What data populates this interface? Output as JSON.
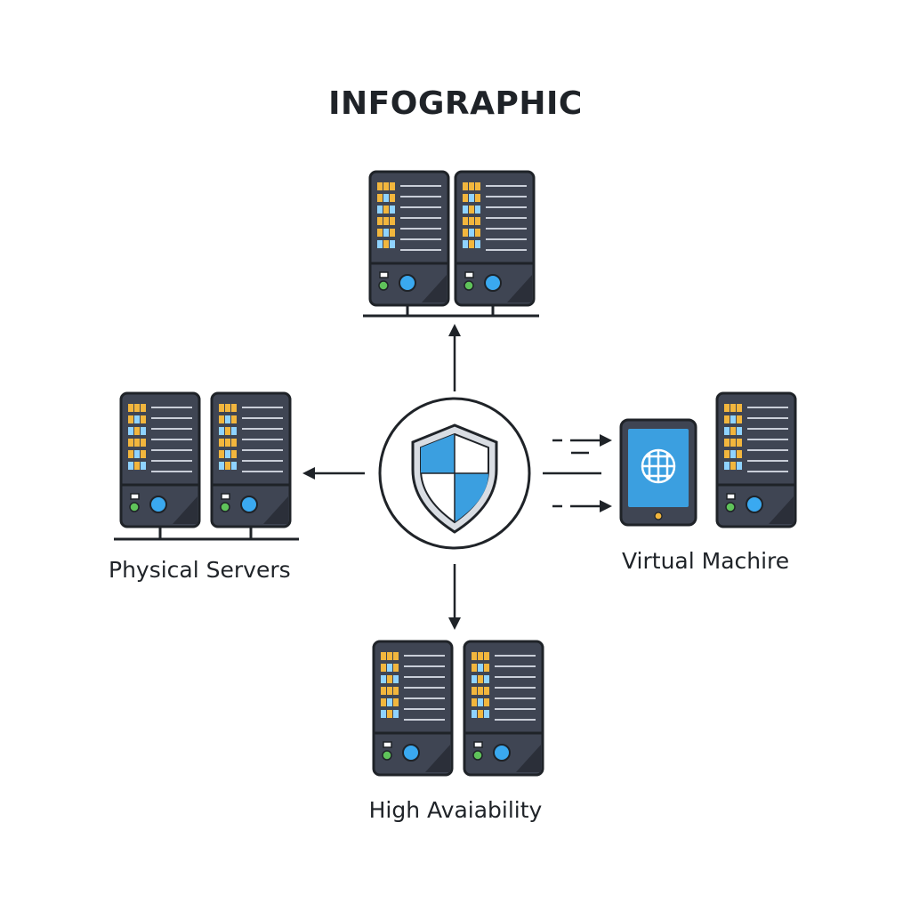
{
  "diagram": {
    "title": "INFOGRAPHIC",
    "nodes": {
      "top": {
        "label": ""
      },
      "left": {
        "label": "Physical Servers"
      },
      "right": {
        "label": "Virtual Machire"
      },
      "bottom": {
        "label": "High Avaiability"
      },
      "center": {
        "icon": "shield-icon"
      }
    },
    "icons": {
      "server": "server-rack-icon",
      "tablet": "tablet-icon",
      "globe": "globe-icon",
      "shield": "shield-icon"
    },
    "colors": {
      "server_body": "#3f4553",
      "server_dark": "#2b2f39",
      "led_amber": "#f2b63d",
      "led_blue": "#8fd3ff",
      "status_green": "#5fc35a",
      "status_blue": "#3aa9f0",
      "shield_blue": "#3b9fe0",
      "outline": "#1f2328"
    }
  }
}
